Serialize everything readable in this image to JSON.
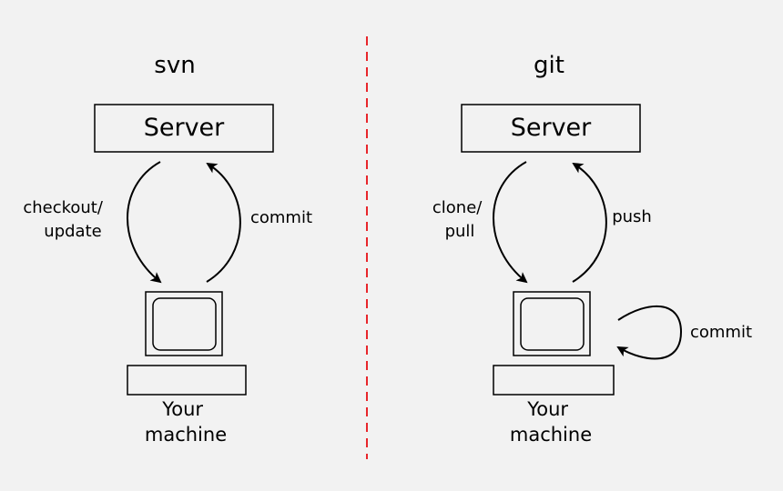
{
  "colors": {
    "background": "#f2f2f2",
    "divider": "#e8262b",
    "stroke": "#000000",
    "box_fill": "#f2f2f2"
  },
  "svn": {
    "title": "svn",
    "server_label": "Server",
    "down_arrow_label": [
      "checkout/",
      "update"
    ],
    "up_arrow_label": [
      "commit"
    ],
    "machine_label": [
      "Your",
      "machine"
    ]
  },
  "git": {
    "title": "git",
    "server_label": "Server",
    "down_arrow_label": [
      "clone/",
      "pull"
    ],
    "up_arrow_label": [
      "push"
    ],
    "local_loop_label": "commit",
    "machine_label": [
      "Your",
      "machine"
    ]
  },
  "icons": [
    "computer-monitor-icon",
    "keyboard-icon"
  ]
}
